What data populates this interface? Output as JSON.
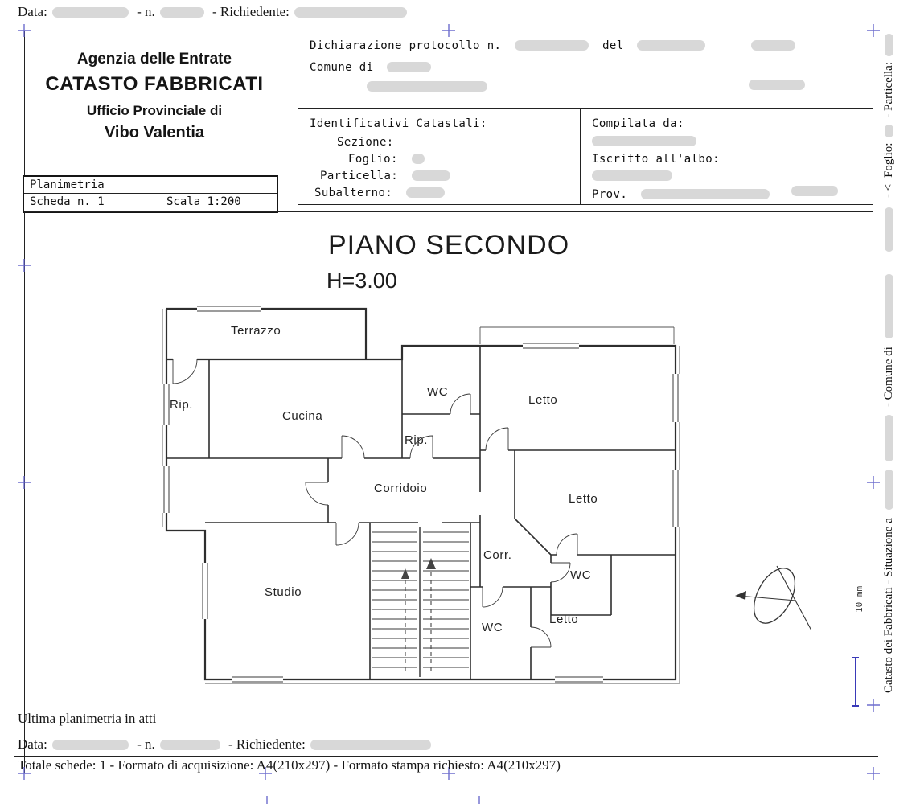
{
  "meta_top": {
    "data_label": "Data:",
    "n_label": "- n.",
    "richiedente_label": "- Richiedente:"
  },
  "header": {
    "agency": {
      "line1": "Agenzia delle Entrate",
      "line2": "CATASTO FABBRICATI",
      "line3": "Ufficio Provinciale di",
      "line4": "Vibo Valentia"
    },
    "declaration": {
      "protocollo_label": "Dichiarazione protocollo n.",
      "del_label": "del",
      "comune_label": "Comune di"
    },
    "identificativi": {
      "title": "Identificativi Catastali:",
      "sezione": "Sezione:",
      "foglio": "Foglio:",
      "particella": "Particella:",
      "subalterno": "Subalterno:"
    },
    "compilata": {
      "title": "Compilata da:",
      "albo": "Iscritto all'albo:",
      "prov": "Prov."
    }
  },
  "planimetria": {
    "title": "Planimetria",
    "scheda": "Scheda n. 1",
    "scala": "Scala 1:200"
  },
  "plan": {
    "title": "PIANO SECONDO",
    "height_label": "H=3.00",
    "rooms": [
      {
        "label": "Terrazzo"
      },
      {
        "label": "Rip."
      },
      {
        "label": "Cucina"
      },
      {
        "label": "WC"
      },
      {
        "label": "Letto"
      },
      {
        "label": "Rip."
      },
      {
        "label": "Corridoio"
      },
      {
        "label": "Letto"
      },
      {
        "label": "Studio"
      },
      {
        "label": "Corr."
      },
      {
        "label": "WC"
      },
      {
        "label": "WC"
      },
      {
        "label": "Letto"
      }
    ]
  },
  "sidebar": {
    "part1": "Catasto dei Fabbricati - Situazione a",
    "part2": "- Comune di",
    "part3": "- <",
    "part4": "Foglio:",
    "part5": "- Particella:",
    "scale_label": "10 mm"
  },
  "footer": {
    "ultima": "Ultima planimetria in atti",
    "data_label": "Data:",
    "n_label": "- n.",
    "richiedente_label": "- Richiedente:",
    "totale": "Totale schede: 1 - Formato di acquisizione: A4(210x297)  - Formato stampa richiesto: A4(210x297)"
  },
  "colors": {
    "registration_mark": "#5d5dc9",
    "redaction": "#d8d8d8",
    "wall": "#2e2e2e"
  }
}
